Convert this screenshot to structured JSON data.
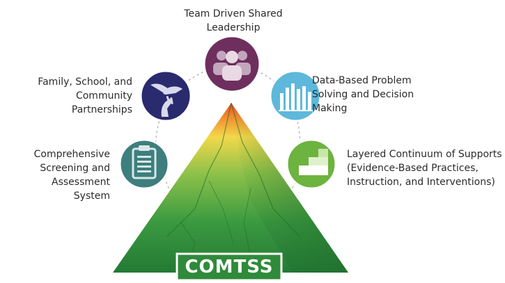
{
  "pillars": {
    "team": "Team Driven Shared\nLeadership",
    "family": "Family, School, and\nCommunity\nPartnerships",
    "data": "Data-Based Problem\nSolving and Decision\nMaking",
    "screening": "Comprehensive\nScreening and\nAssessment System",
    "layered": "Layered Continuum of Supports\n(Evidence-Based Practices,\nInstruction, and Interventions)"
  },
  "brand_label": "COMTSS",
  "colors": {
    "team": "#6e2f5e",
    "family": "#2a2a6e",
    "data": "#5eb8dc",
    "screening": "#3e7e7e",
    "layered": "#6db33f",
    "mountain": "#2e8b3c",
    "peak": "#f3d84a",
    "banner": "#2f8a3a"
  },
  "icons": {
    "team": "people-icon",
    "family": "hands-icon",
    "data": "bar-chart-icon",
    "screening": "clipboard-icon",
    "layered": "stairs-icon"
  }
}
